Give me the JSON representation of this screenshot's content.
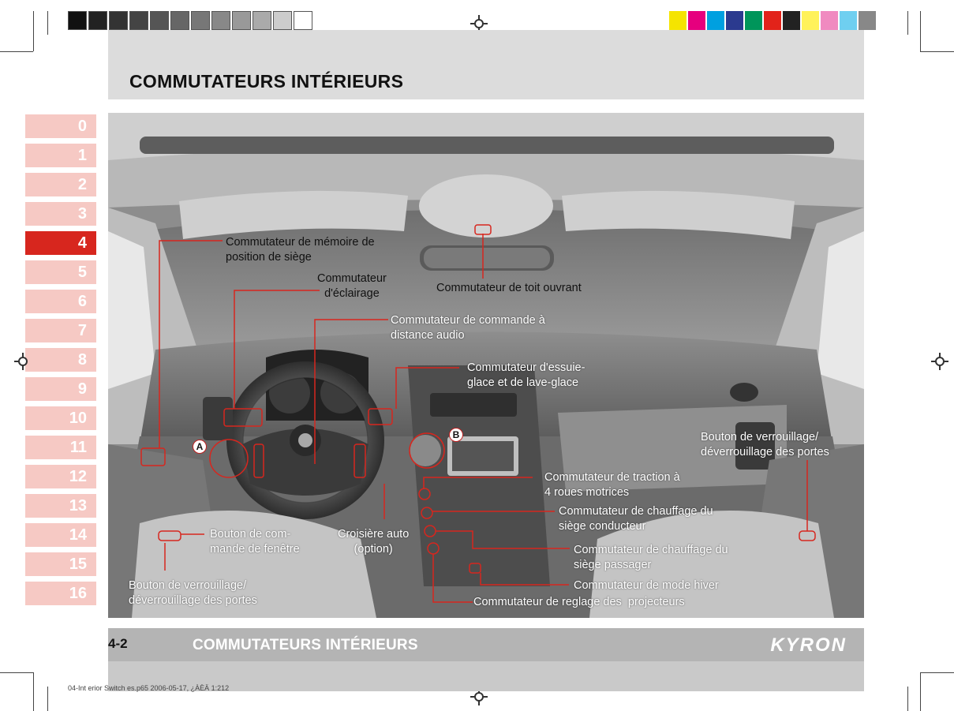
{
  "header": {
    "title": "COMMUTATEURS INTÉRIEURS"
  },
  "chapter_tabs": [
    "0",
    "1",
    "2",
    "3",
    "4",
    "5",
    "6",
    "7",
    "8",
    "9",
    "10",
    "11",
    "12",
    "13",
    "14",
    "15",
    "16"
  ],
  "active_tab": "4",
  "callouts": {
    "A": "A",
    "B": "B"
  },
  "labels": {
    "seat_memory": "Commutateur de mémoire de\nposition de siège",
    "lighting": "Commutateur\nd'éclairage",
    "sunroof": "Commutateur de toit ouvrant",
    "audio_remote": "Commutateur de commande à\ndistance audio",
    "wiper": "Commutateur d'essuie-\nglace et de lave-glace",
    "door_lock_right": "Bouton de verrouillage/\ndéverrouillage des portes",
    "four_wd": "Commutateur de traction à\n4 roues motrices",
    "driver_seat_heat": "Commutateur de chauffage du\nsiège conducteur",
    "window_button": "Bouton de com-\nmande de fenêtre",
    "cruise": "Croisière auto\n(option)",
    "passenger_seat_heat": "Commutateur de chauffage du\nsiège passager",
    "door_lock_left": "Bouton de verrouillage/\ndéverrouillage des portes",
    "winter_mode": "Commutateur de mode hiver",
    "headlamp_level": "Commutateur de reglage des  projecteurs"
  },
  "footer": {
    "page_number": "4-2",
    "title": "COMMUTATEURS INTÉRIEURS",
    "brand": "KYRON",
    "file_info": "04-Int erior Switch es.p65  2006-05-17, ¿ÀÈÄ 1:212"
  },
  "colors": {
    "accent_red": "#d7261e",
    "tab_pink": "#f6c9c4",
    "header_gray": "#dcdcdc",
    "footer_gray": "#b4b4b4"
  }
}
